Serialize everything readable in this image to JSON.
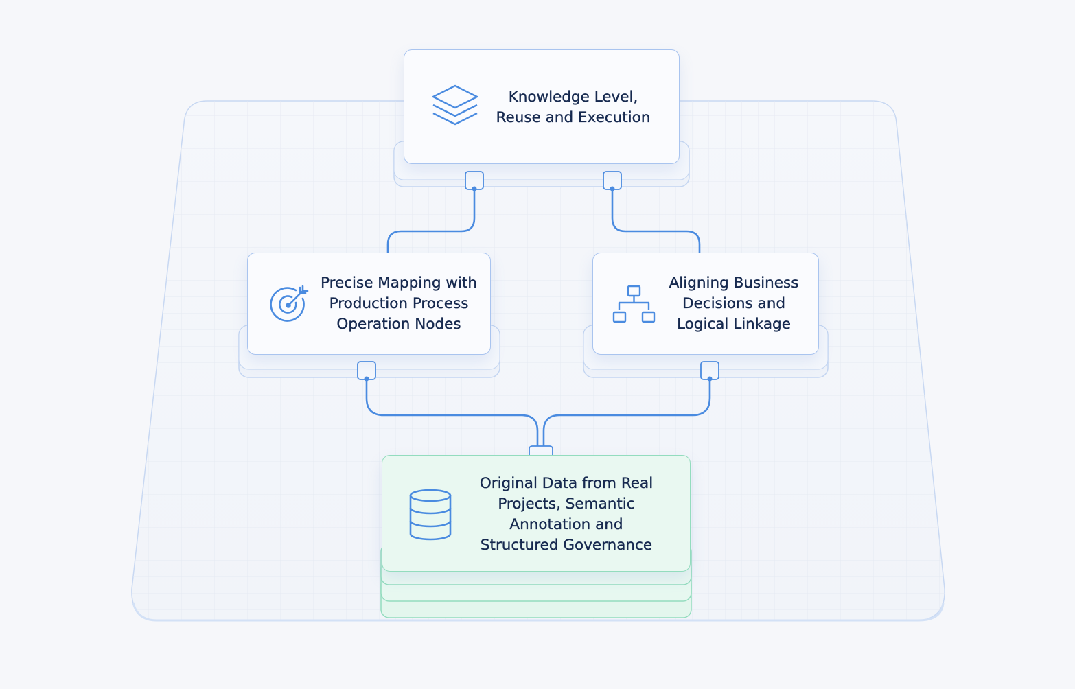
{
  "nodes": {
    "top": {
      "label": "Knowledge Level,\nReuse and Execution",
      "icon": "layers-icon"
    },
    "left": {
      "label": "Precise Mapping with\nProduction Process\nOperation Nodes",
      "icon": "target-arrow-icon"
    },
    "right": {
      "label": "Aligning Business\nDecisions and\nLogical Linkage",
      "icon": "hierarchy-icon"
    },
    "bottom": {
      "label": "Original Data from Real\nProjects, Semantic\nAnnotation and\nStructured Governance",
      "icon": "database-icon"
    }
  },
  "colors": {
    "accent_blue": "#4a8be0",
    "border_blue": "#a9c4ef",
    "accent_green": "#93dcbe",
    "text": "#16294f",
    "canvas_bg": "#f6f7fa"
  }
}
